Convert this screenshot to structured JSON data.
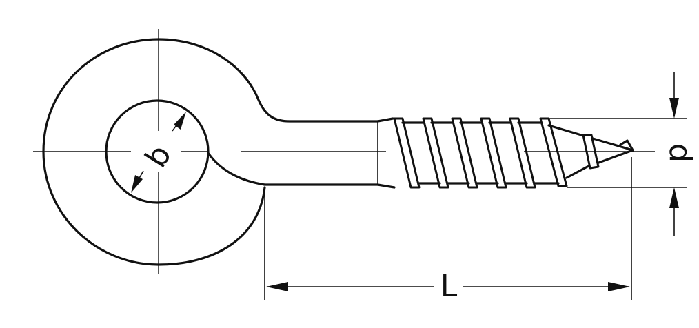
{
  "diagram": {
    "labels": {
      "inner_diameter": "b",
      "thread_diameter": "d",
      "length": "L"
    }
  }
}
